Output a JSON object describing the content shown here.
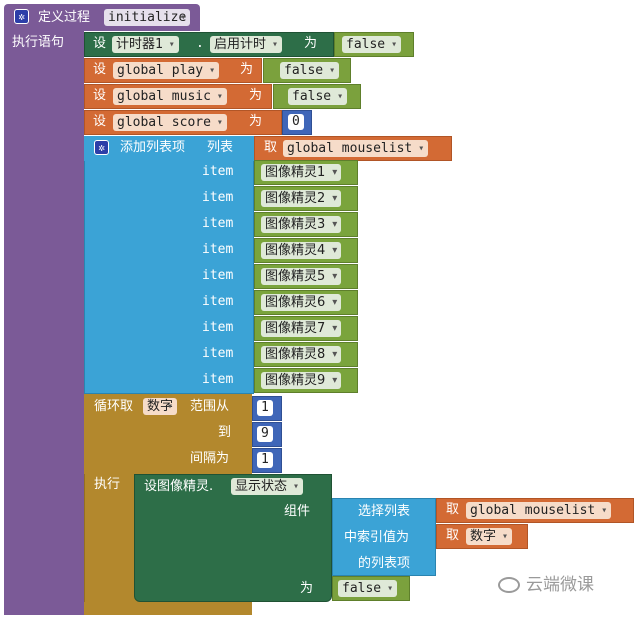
{
  "procedure": {
    "define_label": "定义过程",
    "name": "initialize",
    "exec_label": "执行语句"
  },
  "set_word": "设",
  "to_word": "为",
  "get_word": "取",
  "timer_set": {
    "component": "计时器1",
    "dot": ".",
    "property": "启用计时",
    "value": "false"
  },
  "global_sets": [
    {
      "var": "global play",
      "value": "false"
    },
    {
      "var": "global music",
      "value": "false"
    },
    {
      "var": "global score",
      "value": "0"
    }
  ],
  "add_items": {
    "label": "添加列表项",
    "list_label": "列表",
    "list_var": "global mouselist",
    "item_label": "item",
    "items": [
      "图像精灵1",
      "图像精灵2",
      "图像精灵3",
      "图像精灵4",
      "图像精灵5",
      "图像精灵6",
      "图像精灵7",
      "图像精灵8",
      "图像精灵9"
    ]
  },
  "loop": {
    "label": "循环取",
    "var": "数字",
    "from_label": "范围从",
    "from": "1",
    "to_label": "到",
    "to": "9",
    "step_label": "间隔为",
    "step": "1",
    "do_label": "执行"
  },
  "sprite_set": {
    "label": "设图像精灵.",
    "property": "显示状态",
    "component_label": "组件",
    "select_label": "选择列表",
    "list_var": "global mouselist",
    "index_label": "中索引值为",
    "index_var": "数字",
    "list_item_label": "的列表项",
    "to_label": "为",
    "value": "false"
  },
  "watermark": "云端微课"
}
